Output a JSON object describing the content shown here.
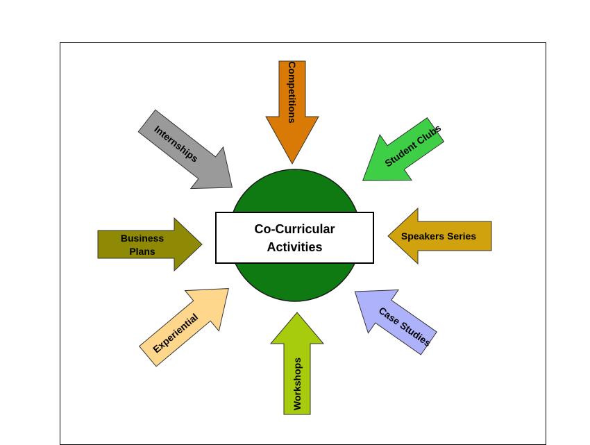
{
  "center": {
    "line1": "Co-Curricular",
    "line2": "Activities",
    "circle_color": "#0f7a12"
  },
  "arrows": [
    {
      "id": "competitions",
      "label": "Competitions",
      "label2": "",
      "color": "#d97a06"
    },
    {
      "id": "student-clubs",
      "label": "Student Clubs",
      "label2": "",
      "color": "#3ecf47"
    },
    {
      "id": "speakers-series",
      "label": "Speakers Series",
      "label2": "",
      "color": "#d0a20d"
    },
    {
      "id": "case-studies",
      "label": "Case Studies",
      "label2": "",
      "color": "#aeb2fb"
    },
    {
      "id": "workshops",
      "label": "Workshops",
      "label2": "",
      "color": "#a6cc0d"
    },
    {
      "id": "experiential",
      "label": "Experiential",
      "label2": "",
      "color": "#fed68c"
    },
    {
      "id": "business-plans",
      "label": "Business",
      "label2": "Plans",
      "color": "#8e8a06"
    },
    {
      "id": "internships",
      "label": "Internships",
      "label2": "",
      "color": "#9a9a9a"
    }
  ]
}
